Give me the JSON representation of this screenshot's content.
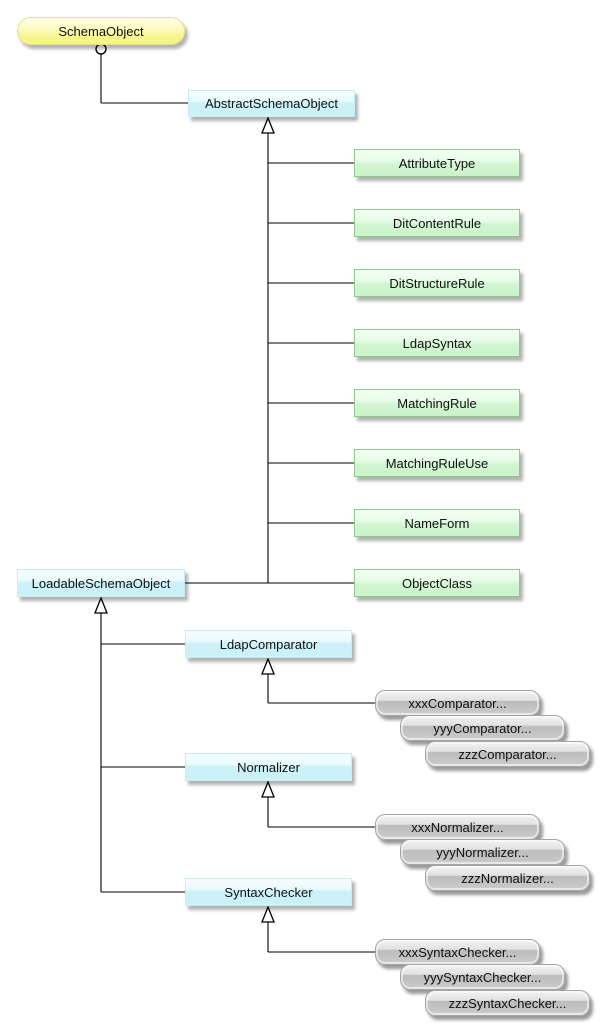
{
  "diagram": {
    "kind": "uml-class-hierarchy",
    "background_color": "#FFFFFF",
    "line_color": "#000000"
  },
  "palette": {
    "interface_fill": "#F5F480",
    "abstract_class_fill": "#C9F1F7",
    "concrete_class_fill": "#CBF3CB",
    "implementation_fill": "#C5C5C5",
    "concrete_border": "#8CC98C"
  },
  "nodes": {
    "schema_object": {
      "label": "SchemaObject",
      "kind": "interface"
    },
    "abstract_schema_object": {
      "label": "AbstractSchemaObject",
      "kind": "abstract-class"
    },
    "attribute_type": {
      "label": "AttributeType",
      "kind": "concrete-class"
    },
    "dit_content_rule": {
      "label": "DitContentRule",
      "kind": "concrete-class"
    },
    "dit_structure_rule": {
      "label": "DitStructureRule",
      "kind": "concrete-class"
    },
    "ldap_syntax": {
      "label": "LdapSyntax",
      "kind": "concrete-class"
    },
    "matching_rule": {
      "label": "MatchingRule",
      "kind": "concrete-class"
    },
    "matching_rule_use": {
      "label": "MatchingRuleUse",
      "kind": "concrete-class"
    },
    "name_form": {
      "label": "NameForm",
      "kind": "concrete-class"
    },
    "object_class": {
      "label": "ObjectClass",
      "kind": "concrete-class"
    },
    "loadable_schema_object": {
      "label": "LoadableSchemaObject",
      "kind": "abstract-class"
    },
    "ldap_comparator": {
      "label": "LdapComparator",
      "kind": "abstract-class"
    },
    "normalizer": {
      "label": "Normalizer",
      "kind": "abstract-class"
    },
    "syntax_checker": {
      "label": "SyntaxChecker",
      "kind": "abstract-class"
    },
    "xxx_comparator": {
      "label": "xxxComparator...",
      "kind": "implementation"
    },
    "yyy_comparator": {
      "label": "yyyComparator...",
      "kind": "implementation"
    },
    "zzz_comparator": {
      "label": "zzzComparator...",
      "kind": "implementation"
    },
    "xxx_normalizer": {
      "label": "xxxNormalizer...",
      "kind": "implementation"
    },
    "yyy_normalizer": {
      "label": "yyyNormalizer...",
      "kind": "implementation"
    },
    "zzz_normalizer": {
      "label": "zzzNormalizer...",
      "kind": "implementation"
    },
    "xxx_syntax_checker": {
      "label": "xxxSyntaxChecker...",
      "kind": "implementation"
    },
    "yyy_syntax_checker": {
      "label": "yyySyntaxChecker...",
      "kind": "implementation"
    },
    "zzz_syntax_checker": {
      "label": "zzzSyntaxChecker...",
      "kind": "implementation"
    }
  },
  "edges": [
    {
      "from": "AbstractSchemaObject",
      "to": "SchemaObject",
      "type": "interface-realization-lollipop"
    },
    {
      "from": "AttributeType",
      "to": "AbstractSchemaObject",
      "type": "generalization"
    },
    {
      "from": "DitContentRule",
      "to": "AbstractSchemaObject",
      "type": "generalization"
    },
    {
      "from": "DitStructureRule",
      "to": "AbstractSchemaObject",
      "type": "generalization"
    },
    {
      "from": "LdapSyntax",
      "to": "AbstractSchemaObject",
      "type": "generalization"
    },
    {
      "from": "MatchingRule",
      "to": "AbstractSchemaObject",
      "type": "generalization"
    },
    {
      "from": "MatchingRuleUse",
      "to": "AbstractSchemaObject",
      "type": "generalization"
    },
    {
      "from": "NameForm",
      "to": "AbstractSchemaObject",
      "type": "generalization"
    },
    {
      "from": "ObjectClass",
      "to": "AbstractSchemaObject",
      "type": "generalization"
    },
    {
      "from": "LoadableSchemaObject",
      "to": "AbstractSchemaObject",
      "type": "generalization"
    },
    {
      "from": "LdapComparator",
      "to": "LoadableSchemaObject",
      "type": "generalization"
    },
    {
      "from": "Normalizer",
      "to": "LoadableSchemaObject",
      "type": "generalization"
    },
    {
      "from": "SyntaxChecker",
      "to": "LoadableSchemaObject",
      "type": "generalization"
    },
    {
      "from": "xxxComparator...",
      "to": "LdapComparator",
      "type": "generalization"
    },
    {
      "from": "xxxNormalizer...",
      "to": "Normalizer",
      "type": "generalization"
    },
    {
      "from": "xxxSyntaxChecker...",
      "to": "SyntaxChecker",
      "type": "generalization"
    }
  ]
}
